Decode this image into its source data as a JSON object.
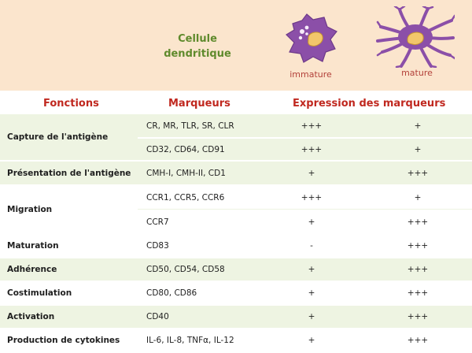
{
  "header": {
    "title_line1": "Cellule",
    "title_line2": "dendritique",
    "stage_immature": "immature",
    "stage_mature": "mature"
  },
  "columns": {
    "fonctions": "Fonctions",
    "marqueurs": "Marqueurs",
    "expression": "Expression des marqueurs"
  },
  "rows": [
    {
      "fonction": "Capture de l'antigène",
      "markers": [
        "CR, MR, TLR, SR, CLR",
        "CD32, CD64, CD91"
      ],
      "immature": [
        "+++",
        "+++"
      ],
      "mature": [
        "+",
        "+"
      ]
    },
    {
      "fonction": "Présentation de l'antigène",
      "markers": [
        "CMH-I, CMH-II, CD1"
      ],
      "immature": [
        "+"
      ],
      "mature": [
        "+++"
      ]
    },
    {
      "fonction": "Migration",
      "markers": [
        "CCR1, CCR5, CCR6",
        "CCR7"
      ],
      "immature": [
        "+++",
        "+"
      ],
      "mature": [
        "+",
        "+++"
      ]
    },
    {
      "fonction": "Maturation",
      "markers": [
        "CD83"
      ],
      "immature": [
        "-"
      ],
      "mature": [
        "+++"
      ]
    },
    {
      "fonction": "Adhérence",
      "markers": [
        "CD50, CD54, CD58"
      ],
      "immature": [
        "+"
      ],
      "mature": [
        "+++"
      ]
    },
    {
      "fonction": "Costimulation",
      "markers": [
        "CD80, CD86"
      ],
      "immature": [
        "+"
      ],
      "mature": [
        "+++"
      ]
    },
    {
      "fonction": "Activation",
      "markers": [
        "CD40"
      ],
      "immature": [
        "+"
      ],
      "mature": [
        "+++"
      ]
    },
    {
      "fonction": "Production de cytokines",
      "markers": [
        "IL-6, IL-8, TNFα, IL-12"
      ],
      "immature": [
        "+"
      ],
      "mature": [
        "+++"
      ]
    }
  ],
  "colors": {
    "header_bg": "#fbe5cd",
    "title_green": "#5f8a2c",
    "heading_red": "#c0281f",
    "band_green": "#eef4e2",
    "cell_purple": "#8b4fa8",
    "nucleus_yellow": "#f2c66b"
  },
  "icons": [
    "immature-dendritic-cell-icon",
    "mature-dendritic-cell-icon"
  ]
}
